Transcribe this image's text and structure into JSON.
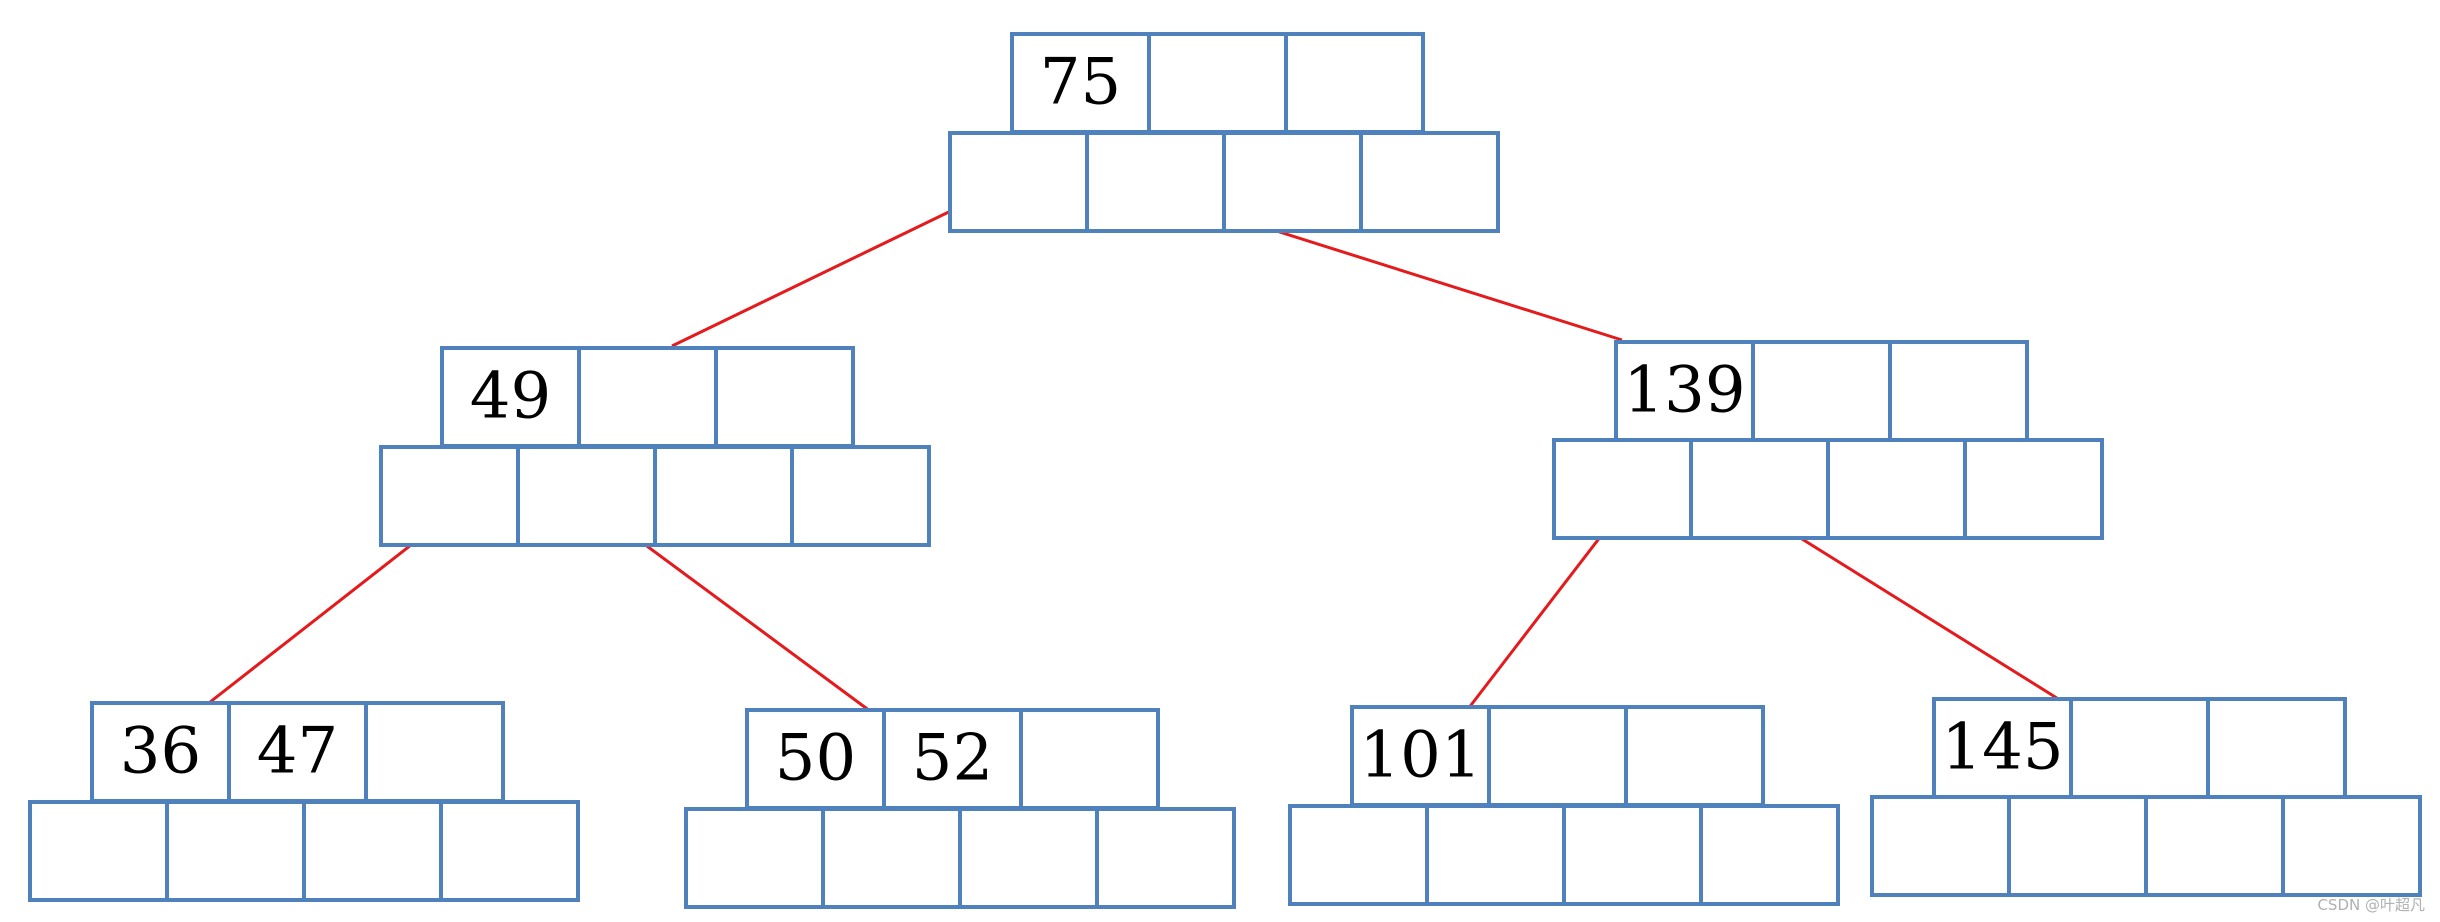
{
  "colors": {
    "cell_stroke": "#4f81bd",
    "edge": "#e41a1c",
    "text": "#000000",
    "background": "#ffffff"
  },
  "nodes": [
    {
      "id": "root",
      "keys": [
        "75",
        "",
        ""
      ],
      "pointer_slots": 4
    },
    {
      "id": "left",
      "keys": [
        "49",
        "",
        ""
      ],
      "pointer_slots": 4
    },
    {
      "id": "right",
      "keys": [
        "139",
        "",
        ""
      ],
      "pointer_slots": 4
    },
    {
      "id": "leaf-1",
      "keys": [
        "36",
        "47",
        ""
      ],
      "pointer_slots": 4
    },
    {
      "id": "leaf-2",
      "keys": [
        "50",
        "52",
        ""
      ],
      "pointer_slots": 4
    },
    {
      "id": "leaf-3",
      "keys": [
        "101",
        "",
        ""
      ],
      "pointer_slots": 4
    },
    {
      "id": "leaf-4",
      "keys": [
        "145",
        "",
        ""
      ],
      "pointer_slots": 4
    }
  ],
  "edges": [
    {
      "from": "root",
      "to": "left"
    },
    {
      "from": "root",
      "to": "right"
    },
    {
      "from": "left",
      "to": "leaf-1"
    },
    {
      "from": "left",
      "to": "leaf-2"
    },
    {
      "from": "right",
      "to": "leaf-3"
    },
    {
      "from": "right",
      "to": "leaf-4"
    }
  ],
  "watermark": "CSDN @叶超凡"
}
